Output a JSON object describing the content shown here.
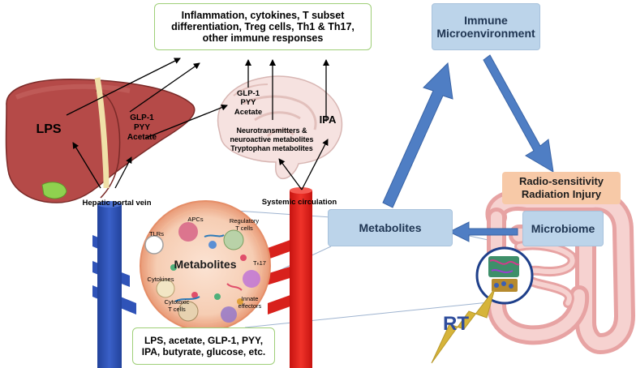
{
  "boxes": {
    "immune_responses": "Inflammation, cytokines, T subset differentiation, Treg cells, Th1 & Th17, other immune responses",
    "immune_microenvironment": "Immune Microenvironment",
    "radio_sensitivity": "Radio-sensitivity Radiation Injury",
    "metabolites": "Metabolites",
    "microbiome": "Microbiome",
    "metabolite_list": "LPS, acetate, GLP-1, PYY, IPA, butyrate, glucose, etc."
  },
  "labels": {
    "lps": "LPS",
    "liver_metabolites": "GLP-1\nPYY\nAcetate",
    "brain_metabolites": "GLP-1\nPYY\nAcetate",
    "neurotransmitters": "Neurotransmitters &\nneuroactive metabolites\nTryptophan metabolites",
    "ipa": "IPA",
    "hepatic_portal_vein": "Hepatic portal vein",
    "systemic_circulation": "Systemic circulation",
    "rt": "RT"
  },
  "cell_circle": {
    "title": "Metabolites",
    "apcs": "APCs",
    "regulatory_t_cells": "Regulatory\nT cells",
    "tlrs": "TLRs",
    "th17": "Tₕ17",
    "cytokines": "Cytokines",
    "cytotoxic_t_cells": "Cytotoxic\nT cells",
    "innate_effectors": "Innate\neffectors"
  },
  "colors": {
    "blue_box": "#bcd4ea",
    "peach_box": "#f7c9a7",
    "green_border": "#9fcf78",
    "arrow_blue": "#4f7ec4",
    "portal_vein": "#2f53b8",
    "systemic": "#e0201b",
    "liver": "#b54a48",
    "rt_bolt": "#d6b43a"
  }
}
